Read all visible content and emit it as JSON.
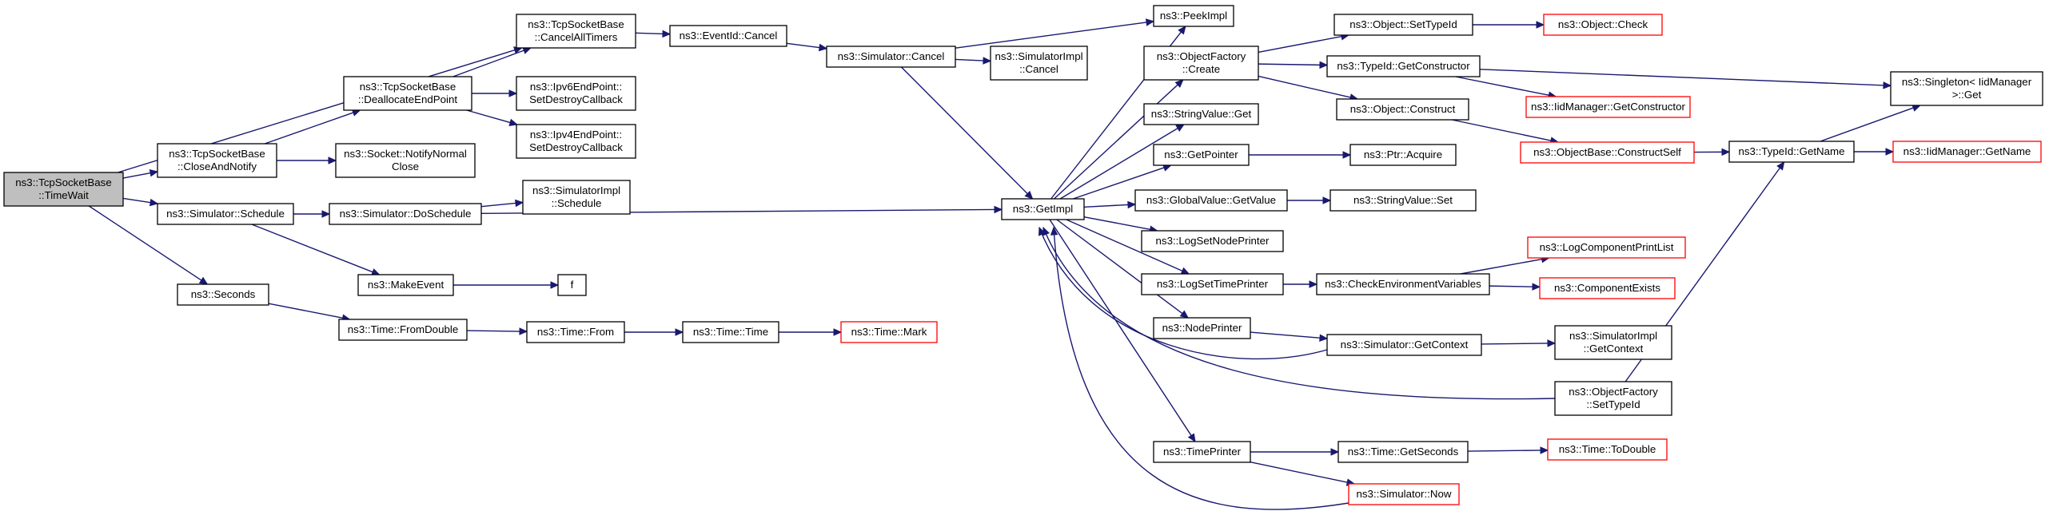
{
  "colors": {
    "edge": "#191970",
    "node_fill": "#ffffff",
    "node_border": "#000000",
    "root_fill": "#bfbfbf",
    "external_border": "#ff0000"
  },
  "nodes": [
    {
      "id": "timewait",
      "lines": [
        "ns3::TcpSocketBase",
        "::TimeWait"
      ],
      "kind": "root"
    },
    {
      "id": "cancelalltimers",
      "lines": [
        "ns3::TcpSocketBase",
        "::CancelAllTimers"
      ],
      "kind": "normal"
    },
    {
      "id": "closeandnotify",
      "lines": [
        "ns3::TcpSocketBase",
        "::CloseAndNotify"
      ],
      "kind": "normal"
    },
    {
      "id": "simschedule",
      "lines": [
        "ns3::Simulator::Schedule"
      ],
      "kind": "normal"
    },
    {
      "id": "seconds",
      "lines": [
        "ns3::Seconds"
      ],
      "kind": "normal"
    },
    {
      "id": "deallocate",
      "lines": [
        "ns3::TcpSocketBase",
        "::DeallocateEndPoint"
      ],
      "kind": "normal"
    },
    {
      "id": "notifyclose",
      "lines": [
        "ns3::Socket::NotifyNormal",
        "Close"
      ],
      "kind": "normal"
    },
    {
      "id": "doschedule",
      "lines": [
        "ns3::Simulator::DoSchedule"
      ],
      "kind": "normal"
    },
    {
      "id": "makeevent",
      "lines": [
        "ns3::MakeEvent"
      ],
      "kind": "normal"
    },
    {
      "id": "fromdouble",
      "lines": [
        "ns3::Time::FromDouble"
      ],
      "kind": "normal"
    },
    {
      "id": "eventcancel",
      "lines": [
        "ns3::EventId::Cancel"
      ],
      "kind": "normal"
    },
    {
      "id": "ipv6destroy",
      "lines": [
        "ns3::Ipv6EndPoint::",
        "SetDestroyCallback"
      ],
      "kind": "normal"
    },
    {
      "id": "ipv4destroy",
      "lines": [
        "ns3::Ipv4EndPoint::",
        "SetDestroyCallback"
      ],
      "kind": "normal"
    },
    {
      "id": "simimplschedule",
      "lines": [
        "ns3::SimulatorImpl",
        "::Schedule"
      ],
      "kind": "normal"
    },
    {
      "id": "f",
      "lines": [
        "f"
      ],
      "kind": "normal"
    },
    {
      "id": "timefrom",
      "lines": [
        "ns3::Time::From"
      ],
      "kind": "normal"
    },
    {
      "id": "simcancel",
      "lines": [
        "ns3::Simulator::Cancel"
      ],
      "kind": "normal"
    },
    {
      "id": "timetime",
      "lines": [
        "ns3::Time::Time"
      ],
      "kind": "normal"
    },
    {
      "id": "simimplcancel",
      "lines": [
        "ns3::SimulatorImpl",
        "::Cancel"
      ],
      "kind": "normal"
    },
    {
      "id": "timemark",
      "lines": [
        "ns3::Time::Mark"
      ],
      "kind": "external"
    },
    {
      "id": "getimpl",
      "lines": [
        "ns3::GetImpl"
      ],
      "kind": "normal"
    },
    {
      "id": "peekimpl",
      "lines": [
        "ns3::PeekImpl"
      ],
      "kind": "normal"
    },
    {
      "id": "ofcreate",
      "lines": [
        "ns3::ObjectFactory",
        "::Create"
      ],
      "kind": "normal"
    },
    {
      "id": "stringvalueget",
      "lines": [
        "ns3::StringValue::Get"
      ],
      "kind": "normal"
    },
    {
      "id": "getpointer",
      "lines": [
        "ns3::GetPointer"
      ],
      "kind": "normal"
    },
    {
      "id": "globalvalue",
      "lines": [
        "ns3::GlobalValue::GetValue"
      ],
      "kind": "normal"
    },
    {
      "id": "lognodeprinter",
      "lines": [
        "ns3::LogSetNodePrinter"
      ],
      "kind": "normal"
    },
    {
      "id": "logtimeprinter",
      "lines": [
        "ns3::LogSetTimePrinter"
      ],
      "kind": "normal"
    },
    {
      "id": "nodeprinter",
      "lines": [
        "ns3::NodePrinter"
      ],
      "kind": "normal"
    },
    {
      "id": "timeprinter",
      "lines": [
        "ns3::TimePrinter"
      ],
      "kind": "normal"
    },
    {
      "id": "settypeid",
      "lines": [
        "ns3::Object::SetTypeId"
      ],
      "kind": "normal"
    },
    {
      "id": "getconstructor",
      "lines": [
        "ns3::TypeId::GetConstructor"
      ],
      "kind": "normal"
    },
    {
      "id": "objconstruct",
      "lines": [
        "ns3::Object::Construct"
      ],
      "kind": "normal"
    },
    {
      "id": "ptracquire",
      "lines": [
        "ns3::Ptr::Acquire"
      ],
      "kind": "normal"
    },
    {
      "id": "stringvalueset",
      "lines": [
        "ns3::StringValue::Set"
      ],
      "kind": "normal"
    },
    {
      "id": "checkenv",
      "lines": [
        "ns3::CheckEnvironmentVariables"
      ],
      "kind": "normal"
    },
    {
      "id": "simgetcontext",
      "lines": [
        "ns3::Simulator::GetContext"
      ],
      "kind": "normal"
    },
    {
      "id": "ofsettypeid",
      "lines": [
        "ns3::ObjectFactory",
        "::SetTypeId"
      ],
      "kind": "normal"
    },
    {
      "id": "gettseconds",
      "lines": [
        "ns3::Time::GetSeconds"
      ],
      "kind": "normal"
    },
    {
      "id": "simnow",
      "lines": [
        "ns3::Simulator::Now"
      ],
      "kind": "external"
    },
    {
      "id": "objcheck",
      "lines": [
        "ns3::Object::Check"
      ],
      "kind": "external"
    },
    {
      "id": "iidgetconstructor",
      "lines": [
        "ns3::IidManager::GetConstructor"
      ],
      "kind": "external"
    },
    {
      "id": "constructself",
      "lines": [
        "ns3::ObjectBase::ConstructSelf"
      ],
      "kind": "external"
    },
    {
      "id": "logcompprintlist",
      "lines": [
        "ns3::LogComponentPrintList"
      ],
      "kind": "external"
    },
    {
      "id": "componentexists",
      "lines": [
        "ns3::ComponentExists"
      ],
      "kind": "external"
    },
    {
      "id": "simimplgetcontext",
      "lines": [
        "ns3::SimulatorImpl",
        "::GetContext"
      ],
      "kind": "normal"
    },
    {
      "id": "todouble",
      "lines": [
        "ns3::Time::ToDouble"
      ],
      "kind": "external"
    },
    {
      "id": "typeidgetname",
      "lines": [
        "ns3::TypeId::GetName"
      ],
      "kind": "normal"
    },
    {
      "id": "singletonget",
      "lines": [
        "ns3::Singleton< IidManager",
        ">::Get"
      ],
      "kind": "normal"
    },
    {
      "id": "iidgetname",
      "lines": [
        "ns3::IidManager::GetName"
      ],
      "kind": "external"
    }
  ],
  "edges": [
    {
      "from": "timewait",
      "to": "cancelalltimers"
    },
    {
      "from": "timewait",
      "to": "closeandnotify"
    },
    {
      "from": "timewait",
      "to": "simschedule"
    },
    {
      "from": "timewait",
      "to": "seconds"
    },
    {
      "from": "closeandnotify",
      "to": "deallocate"
    },
    {
      "from": "closeandnotify",
      "to": "notifyclose"
    },
    {
      "from": "deallocate",
      "to": "cancelalltimers"
    },
    {
      "from": "deallocate",
      "to": "ipv6destroy"
    },
    {
      "from": "deallocate",
      "to": "ipv4destroy"
    },
    {
      "from": "cancelalltimers",
      "to": "eventcancel"
    },
    {
      "from": "eventcancel",
      "to": "simcancel"
    },
    {
      "from": "simcancel",
      "to": "peekimpl"
    },
    {
      "from": "simcancel",
      "to": "simimplcancel"
    },
    {
      "from": "simcancel",
      "to": "getimpl"
    },
    {
      "from": "simschedule",
      "to": "doschedule"
    },
    {
      "from": "simschedule",
      "to": "makeevent"
    },
    {
      "from": "doschedule",
      "to": "simimplschedule"
    },
    {
      "from": "doschedule",
      "to": "getimpl"
    },
    {
      "from": "makeevent",
      "to": "f"
    },
    {
      "from": "seconds",
      "to": "fromdouble"
    },
    {
      "from": "fromdouble",
      "to": "timefrom"
    },
    {
      "from": "timefrom",
      "to": "timetime"
    },
    {
      "from": "timetime",
      "to": "timemark"
    },
    {
      "from": "getimpl",
      "to": "peekimpl"
    },
    {
      "from": "getimpl",
      "to": "ofcreate"
    },
    {
      "from": "getimpl",
      "to": "stringvalueget"
    },
    {
      "from": "getimpl",
      "to": "getpointer"
    },
    {
      "from": "getimpl",
      "to": "globalvalue"
    },
    {
      "from": "getimpl",
      "to": "lognodeprinter"
    },
    {
      "from": "getimpl",
      "to": "logtimeprinter"
    },
    {
      "from": "getimpl",
      "to": "nodeprinter"
    },
    {
      "from": "getimpl",
      "to": "timeprinter"
    },
    {
      "from": "ofcreate",
      "to": "settypeid"
    },
    {
      "from": "ofcreate",
      "to": "getconstructor"
    },
    {
      "from": "ofcreate",
      "to": "objconstruct"
    },
    {
      "from": "settypeid",
      "to": "objcheck"
    },
    {
      "from": "getconstructor",
      "to": "iidgetconstructor"
    },
    {
      "from": "getconstructor",
      "to": "singletonget"
    },
    {
      "from": "objconstruct",
      "to": "constructself"
    },
    {
      "from": "constructself",
      "to": "typeidgetname"
    },
    {
      "from": "typeidgetname",
      "to": "singletonget"
    },
    {
      "from": "typeidgetname",
      "to": "iidgetname"
    },
    {
      "from": "getpointer",
      "to": "ptracquire"
    },
    {
      "from": "globalvalue",
      "to": "stringvalueset"
    },
    {
      "from": "logtimeprinter",
      "to": "checkenv"
    },
    {
      "from": "checkenv",
      "to": "logcompprintlist"
    },
    {
      "from": "checkenv",
      "to": "componentexists"
    },
    {
      "from": "nodeprinter",
      "to": "simgetcontext"
    },
    {
      "from": "simgetcontext",
      "to": "simimplgetcontext"
    },
    {
      "from": "simgetcontext",
      "to": "getimpl"
    },
    {
      "from": "ofsettypeid",
      "to": "getimpl"
    },
    {
      "from": "ofsettypeid",
      "to": "typeidgetname"
    },
    {
      "from": "timeprinter",
      "to": "gettseconds"
    },
    {
      "from": "timeprinter",
      "to": "simnow"
    },
    {
      "from": "gettseconds",
      "to": "todouble"
    },
    {
      "from": "simnow",
      "to": "getimpl"
    }
  ]
}
